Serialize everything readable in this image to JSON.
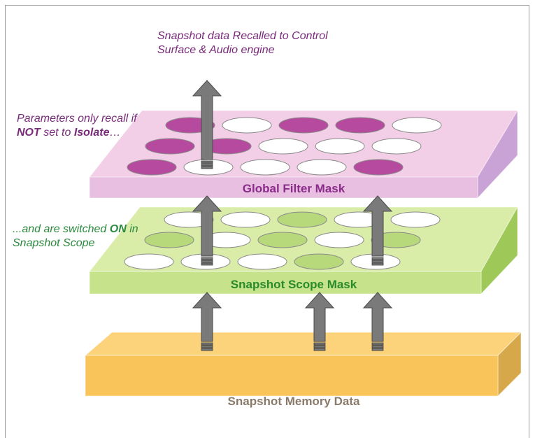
{
  "notes": {
    "top": "Snapshot data Recalled to Control Surface & Audio engine",
    "params_1": "Parameters only recall if ",
    "params_not": "NOT",
    "params_2": " set to ",
    "params_isolate": "Isolate",
    "params_3": "…",
    "scope_1": "...and are switched ",
    "scope_on": "ON",
    "scope_2": " in Snapshot Scope"
  },
  "layers": [
    {
      "id": "global-filter",
      "label": "Global Filter Mask",
      "top_color": "#f2cfe6",
      "side_color": "#c9a2d6",
      "front_color": "#e8bfe0",
      "label_color": "#8b2b8b",
      "rows": [
        [
          "filled",
          "empty",
          "filled",
          "filled",
          "empty"
        ],
        [
          "filled",
          "filled",
          "empty",
          "empty",
          "empty"
        ],
        [
          "filled",
          "empty",
          "empty",
          "empty",
          "filled"
        ]
      ],
      "fill_color": "#b54a9e"
    },
    {
      "id": "snapshot-scope",
      "label": "Snapshot Scope Mask",
      "top_color": "#d9eda8",
      "side_color": "#9ec857",
      "front_color": "#c6e38c",
      "label_color": "#2a8a2a",
      "rows": [
        [
          "empty",
          "empty",
          "filled",
          "empty",
          "empty"
        ],
        [
          "filled",
          "empty",
          "filled",
          "empty",
          "filled"
        ],
        [
          "empty",
          "empty",
          "empty",
          "filled",
          "empty"
        ]
      ],
      "fill_color": "#b7d97c"
    },
    {
      "id": "memory-data",
      "label": "Snapshot Memory Data",
      "top_color": "#fcd37a",
      "side_color": "#d6a84a",
      "front_color": "#f9c45a",
      "label_color": "#8a7a6a"
    }
  ],
  "arrow_color": "#7a7a7a"
}
